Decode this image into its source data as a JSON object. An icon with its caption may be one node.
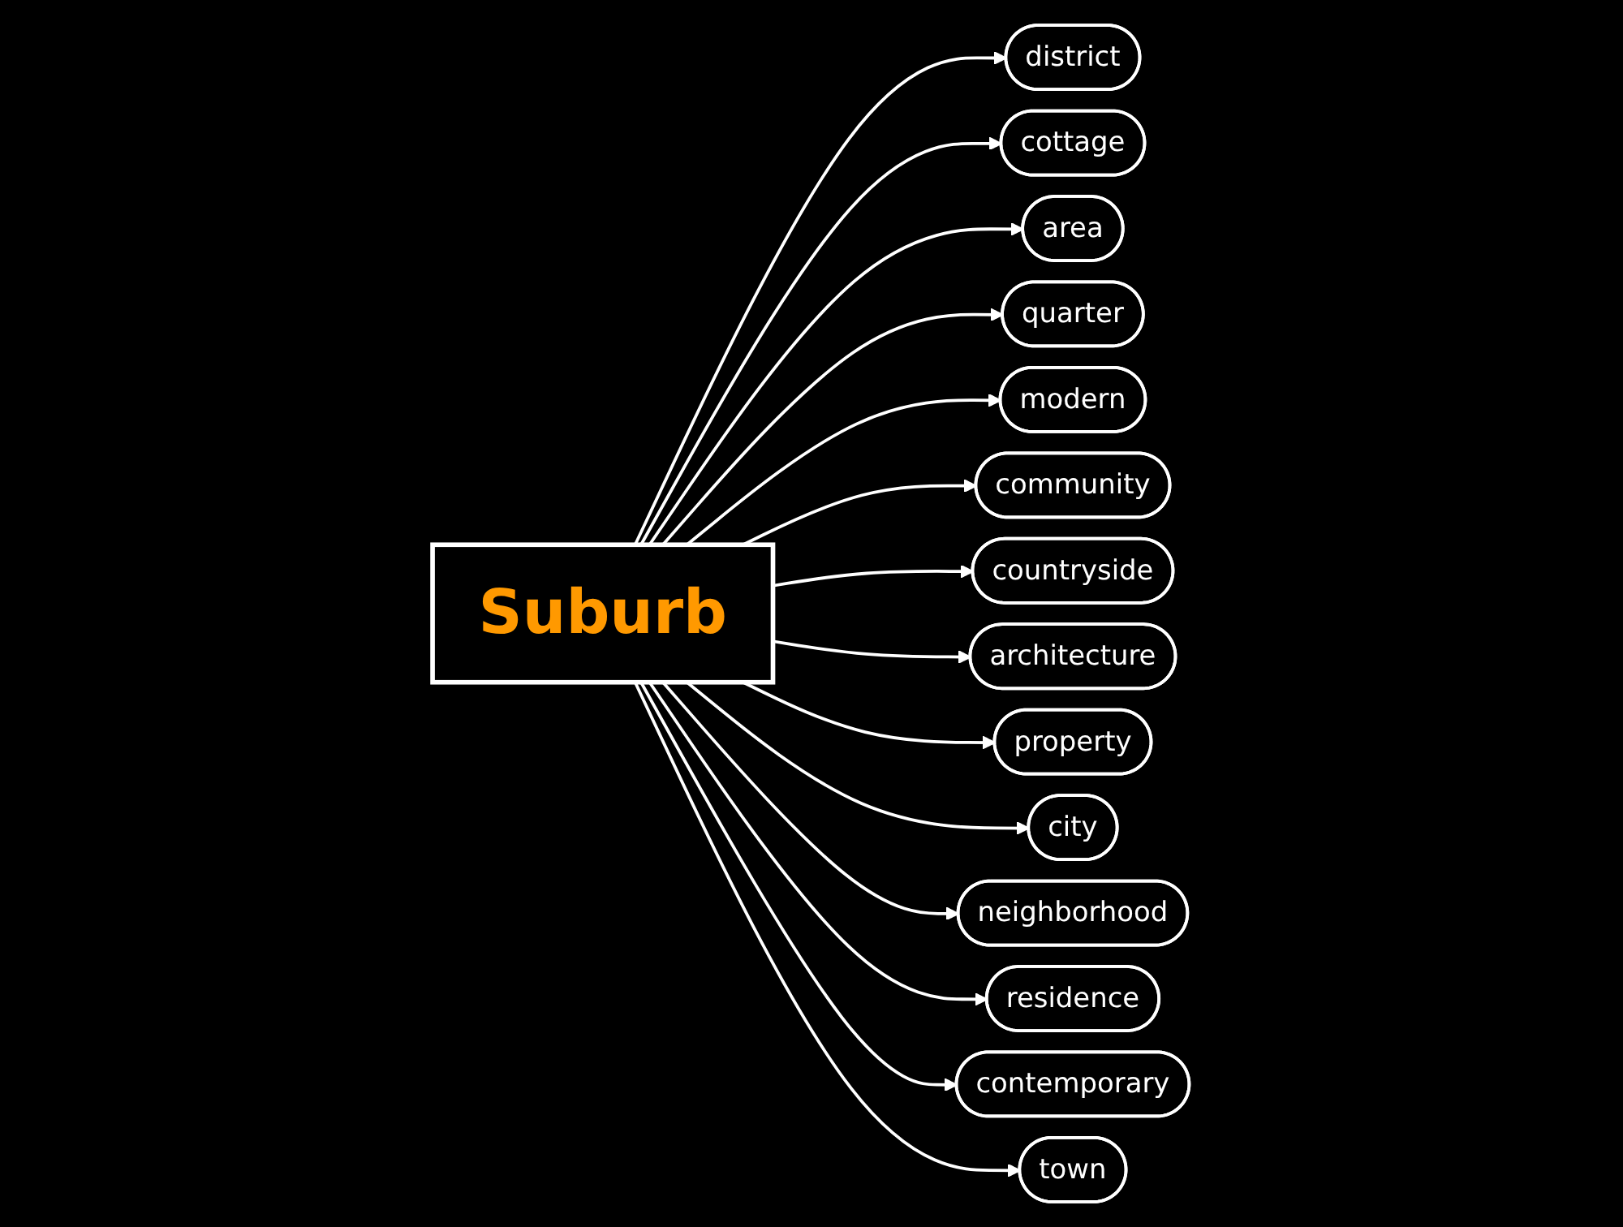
{
  "diagram": {
    "nodes": [
      {
        "text": [
          "Suburb"
        ]
      },
      {
        "text": [
          "district"
        ]
      },
      {
        "text": [
          "cottage"
        ]
      },
      {
        "text": [
          "area"
        ]
      },
      {
        "text": [
          "quarter"
        ]
      },
      {
        "text": [
          "modern"
        ]
      },
      {
        "text": [
          "community"
        ]
      },
      {
        "text": [
          "countryside"
        ]
      },
      {
        "text": [
          "architecture"
        ]
      },
      {
        "text": [
          "property"
        ]
      },
      {
        "text": [
          "city"
        ]
      },
      {
        "text": [
          "neighborhood"
        ]
      },
      {
        "text": [
          "residence"
        ]
      },
      {
        "text": [
          "contemporary"
        ]
      },
      {
        "text": [
          "town"
        ]
      }
    ],
    "edges": [
      {
        "from": 0,
        "to": 1,
        "arrow": "to"
      },
      {
        "from": 0,
        "to": 2,
        "arrow": "to"
      },
      {
        "from": 0,
        "to": 3,
        "arrow": "to"
      },
      {
        "from": 0,
        "to": 4,
        "arrow": "to"
      },
      {
        "from": 0,
        "to": 5,
        "arrow": "to"
      },
      {
        "from": 0,
        "to": 6,
        "arrow": "to"
      },
      {
        "from": 0,
        "to": 7,
        "arrow": "to"
      },
      {
        "from": 0,
        "to": 8,
        "arrow": "to"
      },
      {
        "from": 0,
        "to": 9,
        "arrow": "to"
      },
      {
        "from": 0,
        "to": 10,
        "arrow": "to"
      },
      {
        "from": 0,
        "to": 11,
        "arrow": "to"
      },
      {
        "from": 0,
        "to": 12,
        "arrow": "to"
      },
      {
        "from": 0,
        "to": 13,
        "arrow": "to"
      },
      {
        "from": 0,
        "to": 14,
        "arrow": "to"
      }
    ]
  }
}
